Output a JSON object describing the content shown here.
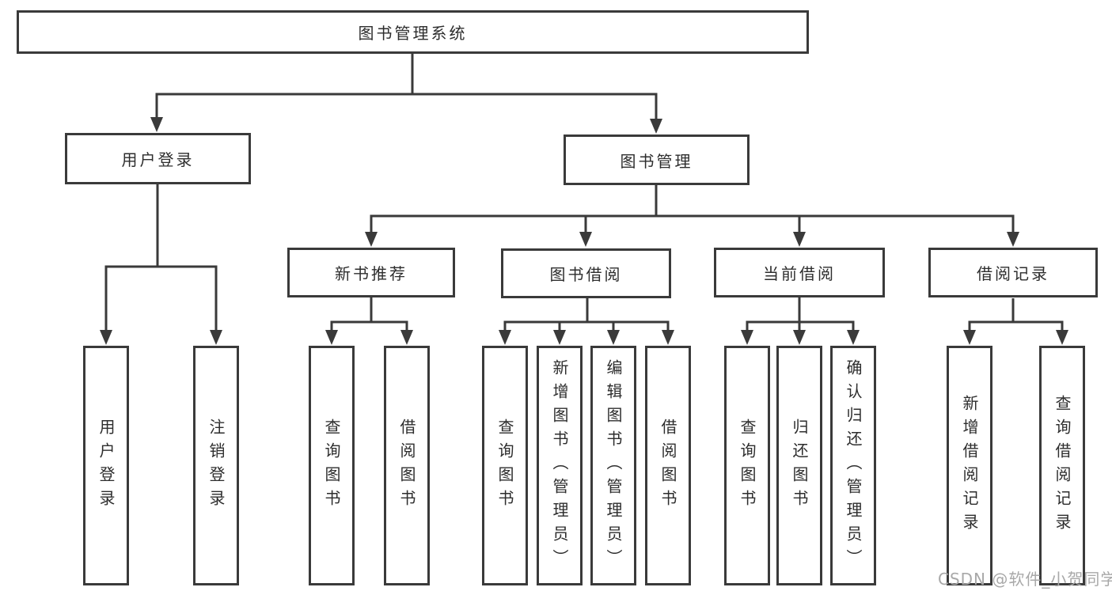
{
  "tree": {
    "root": "图书管理系统",
    "children": [
      {
        "label": "用户登录",
        "leaves": [
          "用户登录",
          "注销登录"
        ]
      },
      {
        "label": "图书管理",
        "children": [
          {
            "label": "新书推荐",
            "leaves": [
              "查询图书",
              "借阅图书"
            ]
          },
          {
            "label": "图书借阅",
            "leaves": [
              "查询图书",
              "新增图书（管理员）",
              "编辑图书（管理员）",
              "借阅图书"
            ]
          },
          {
            "label": "当前借阅",
            "leaves": [
              "查询图书",
              "归还图书",
              "确认归还（管理员）"
            ]
          },
          {
            "label": "借阅记录",
            "leaves": [
              "新增借阅记录",
              "查询借阅记录"
            ]
          }
        ]
      }
    ]
  },
  "watermark": {
    "text": "CSDN @软件_小贺同学"
  },
  "colors": {
    "line": "#3a3a3a",
    "text": "#2d2d2d",
    "watermark": "#a8a8a8",
    "background": "#ffffff"
  }
}
